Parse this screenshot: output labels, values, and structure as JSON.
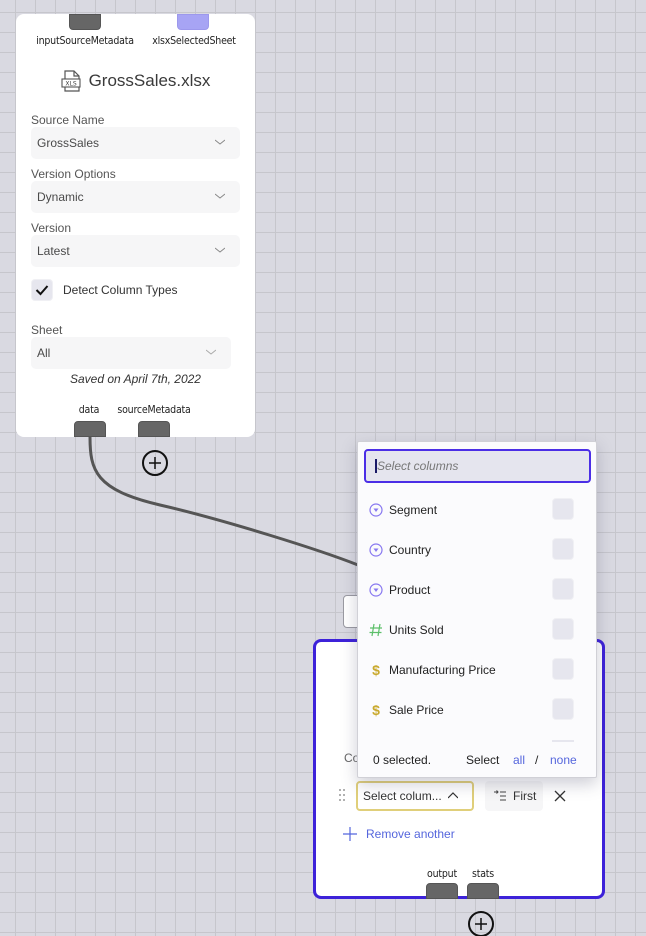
{
  "canvas": {
    "grid_color": "#c6c6cc",
    "background_color": "#d9d9e1"
  },
  "source_node": {
    "input_ports": [
      {
        "label": "inputSourceMetadata",
        "color": "#666666"
      },
      {
        "label": "xlsxSelectedSheet",
        "color": "#a7a4f4"
      }
    ],
    "file_icon": "xls-file-icon",
    "title": "GrossSales.xlsx",
    "fields": [
      {
        "label": "Source Name",
        "value": "GrossSales"
      },
      {
        "label": "Version Options",
        "value": "Dynamic"
      },
      {
        "label": "Version",
        "value": "Latest"
      }
    ],
    "detect_column_types": {
      "label": "Detect Column Types",
      "checked": true
    },
    "sheet": {
      "label": "Sheet",
      "value": "All"
    },
    "saved_text": "Saved on April 7th, 2022",
    "output_ports": [
      {
        "label": "data"
      },
      {
        "label": "sourceMetadata"
      }
    ]
  },
  "transform_node": {
    "border_color": "#3d22d9",
    "partial_label": "Co",
    "column_select": {
      "value": "Select colum...",
      "icon": "chevron-up-icon"
    },
    "order_button": {
      "label": "First",
      "icon": "sort-first-icon"
    },
    "remove_another": {
      "label": "Remove another",
      "icon": "plus-icon"
    },
    "output_ports": [
      {
        "label": "output"
      },
      {
        "label": "stats"
      }
    ]
  },
  "dropdown": {
    "search_placeholder": "Select columns",
    "search_value": "",
    "items": [
      {
        "label": "Segment",
        "type": "categorical",
        "icon": "category-icon",
        "icon_color": "#8878f0",
        "checked": false
      },
      {
        "label": "Country",
        "type": "categorical",
        "icon": "category-icon",
        "icon_color": "#8878f0",
        "checked": false
      },
      {
        "label": "Product",
        "type": "categorical",
        "icon": "category-icon",
        "icon_color": "#8878f0",
        "checked": false
      },
      {
        "label": "Units Sold",
        "type": "numeric",
        "icon": "hash-icon",
        "icon_color": "#5cbf6a",
        "checked": false
      },
      {
        "label": "Manufacturing Price",
        "type": "currency",
        "icon": "dollar-icon",
        "icon_color": "#c9a92e",
        "checked": false
      },
      {
        "label": "Sale Price",
        "type": "currency",
        "icon": "dollar-icon",
        "icon_color": "#c9a92e",
        "checked": false
      }
    ],
    "footer": {
      "count_text": "0 selected.",
      "select_label": "Select",
      "all_label": "all",
      "separator": "/",
      "none_label": "none"
    },
    "accent_color": "#4b2ee6",
    "link_color": "#5566dd"
  }
}
